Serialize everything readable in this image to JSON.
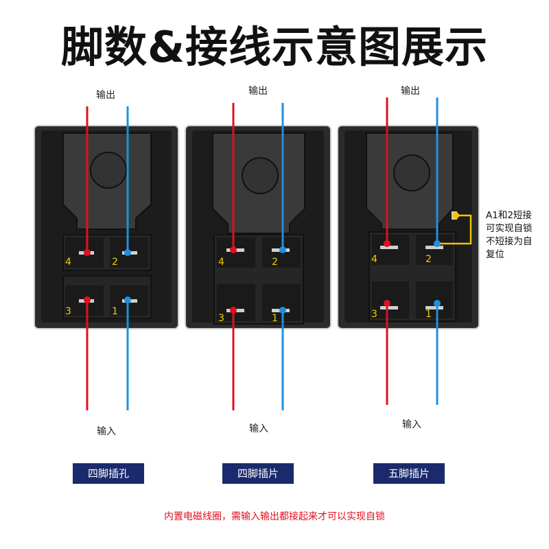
{
  "title": "脚数&接线示意图展示",
  "panels": [
    {
      "output_label": "输出",
      "input_label": "输入",
      "name": "四脚插孔"
    },
    {
      "output_label": "输出",
      "input_label": "输入",
      "name": "四脚插片"
    },
    {
      "output_label": "输出",
      "input_label": "输入",
      "name": "五脚插片"
    }
  ],
  "pin_labels": [
    "4",
    "2",
    "3",
    "1"
  ],
  "side_note": [
    "A1和2短接",
    "可实现自锁",
    "不短接为自",
    "复位"
  ],
  "bottom_note": "内置电磁线圈，需输入输出都接起来才可以实现自锁",
  "colors": {
    "red_wire": "#e0101e",
    "blue_wire": "#1e90e0",
    "tag_bg": "#1a2a6c",
    "pin_text": "#f2d000",
    "short_link": "#f2c400"
  }
}
